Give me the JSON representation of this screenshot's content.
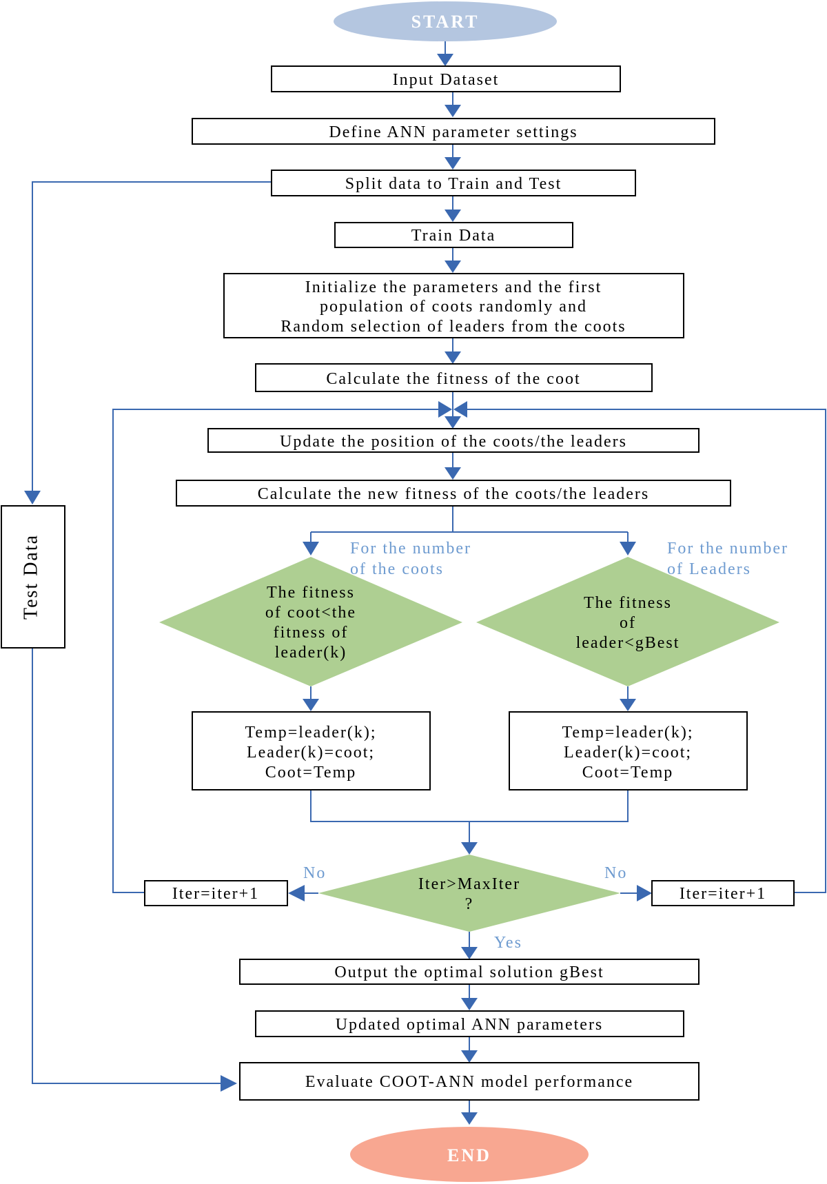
{
  "colors": {
    "start": "#b4c6e0",
    "end": "#f8a791",
    "decision": "#aecf92",
    "flow": "#3a68b0",
    "note": "#6e9bd0"
  },
  "nodes": {
    "start": "START",
    "input_dataset": "Input Dataset",
    "define_ann": "Define ANN parameter settings",
    "split_data": "Split data to Train and Test",
    "train_data": "Train Data",
    "initialize": [
      "Initialize the parameters and the first",
      "population of coots randomly and",
      "Random selection of leaders from the coots"
    ],
    "calc_fitness": "Calculate the fitness of the coot",
    "update_position": "Update the position of the coots/the leaders",
    "calc_new_fitness": "Calculate the new fitness of the coots/the leaders",
    "loop_note_left": [
      "For the number",
      "of the coots"
    ],
    "loop_note_right": [
      "For the number",
      "of Leaders"
    ],
    "decision_left": [
      "The fitness",
      "of coot<the",
      "fitness of",
      "leader(k)"
    ],
    "decision_right": [
      "The fitness",
      "of",
      "leader<gBest"
    ],
    "swap_left": [
      "Temp=leader(k);",
      "Leader(k)=coot;",
      "Coot=Temp"
    ],
    "swap_right": [
      "Temp=leader(k);",
      "Leader(k)=coot;",
      "Coot=Temp"
    ],
    "iter_check": [
      "Iter>MaxIter",
      "?"
    ],
    "no_left": "No",
    "no_right": "No",
    "yes": "Yes",
    "iter_left": "Iter=iter+1",
    "iter_right": "Iter=iter+1",
    "output_gbest": "Output the optimal solution gBest",
    "updated_ann": "Updated optimal ANN parameters",
    "evaluate": "Evaluate COOT-ANN model performance",
    "test_data": "Test Data",
    "end": "END"
  }
}
